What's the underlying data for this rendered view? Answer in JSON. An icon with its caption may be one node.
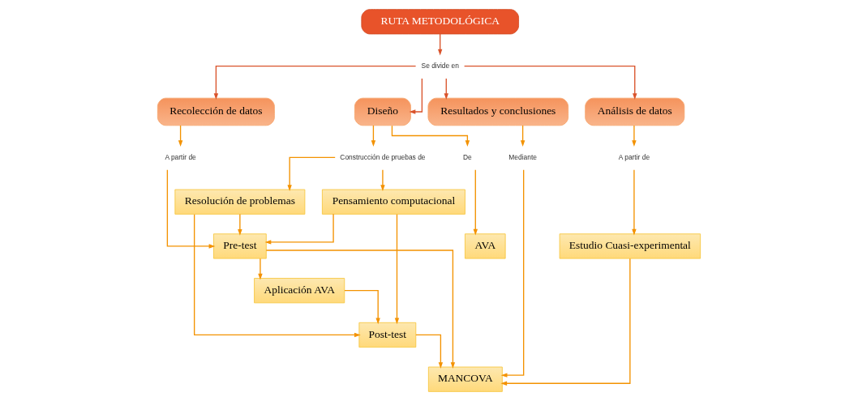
{
  "diagram": {
    "nodes": [
      {
        "text": [
          "RUTA METODOLÓGICA"
        ]
      },
      {
        "text": [
          "Se divide en"
        ]
      },
      {
        "text": [
          "Diseño"
        ]
      },
      {
        "text": [
          "Recolección de datos"
        ]
      },
      {
        "text": [
          "Análisis de datos"
        ]
      },
      {
        "text": [
          "Resultados y conclusiones"
        ]
      },
      {
        "text": [
          "De"
        ]
      },
      {
        "text": [
          "Construcción de pruebas de"
        ]
      },
      {
        "text": [
          "A partir de"
        ]
      },
      {
        "text": [
          "A partir de"
        ]
      },
      {
        "text": [
          "Mediante"
        ]
      },
      {
        "text": [
          "AVA"
        ]
      },
      {
        "text": [
          "Resolución de problemas"
        ]
      },
      {
        "text": [
          "Pensamiento computacional"
        ]
      },
      {
        "text": [
          "Pre-test"
        ]
      },
      {
        "text": [
          "Aplicación AVA"
        ]
      },
      {
        "text": [
          "Post-test"
        ]
      },
      {
        "text": [
          "Estudio Cuasi-experimental"
        ]
      },
      {
        "text": [
          "MANCOVA"
        ]
      }
    ],
    "edges": [
      {
        "from": 0,
        "to": 1,
        "arrow": "to",
        "color": "#d9532b"
      },
      {
        "from": 1,
        "to": 2,
        "arrow": "to",
        "color": "#d9532b"
      },
      {
        "from": 1,
        "to": 3,
        "arrow": "to",
        "color": "#d9532b"
      },
      {
        "from": 1,
        "to": 4,
        "arrow": "to",
        "color": "#d9532b"
      },
      {
        "from": 1,
        "to": 5,
        "arrow": "to",
        "color": "#d9532b"
      },
      {
        "from": 2,
        "to": 6,
        "arrow": "to"
      },
      {
        "from": 2,
        "to": 7,
        "arrow": "to"
      },
      {
        "from": 3,
        "to": 8,
        "arrow": "to"
      },
      {
        "from": 4,
        "to": 9,
        "arrow": "to"
      },
      {
        "from": 5,
        "to": 10,
        "arrow": "to"
      },
      {
        "from": 6,
        "to": 11,
        "arrow": "to"
      },
      {
        "from": 7,
        "to": 12,
        "arrow": "to"
      },
      {
        "from": 7,
        "to": 13,
        "arrow": "to"
      },
      {
        "from": 8,
        "to": 14,
        "arrow": "to"
      },
      {
        "from": 12,
        "to": 14,
        "arrow": "to"
      },
      {
        "from": 12,
        "to": 16,
        "arrow": "to"
      },
      {
        "from": 13,
        "to": 14,
        "arrow": "to"
      },
      {
        "from": 13,
        "to": 16,
        "arrow": "to"
      },
      {
        "from": 14,
        "to": 15,
        "arrow": "to"
      },
      {
        "from": 15,
        "to": 16,
        "arrow": "to"
      },
      {
        "from": 14,
        "to": 18,
        "arrow": "to"
      },
      {
        "from": 16,
        "to": 18,
        "arrow": "to"
      },
      {
        "from": 9,
        "to": 17,
        "arrow": "to"
      },
      {
        "from": 17,
        "to": 18,
        "arrow": "to"
      },
      {
        "from": 10,
        "to": 18,
        "arrow": "to"
      }
    ]
  }
}
